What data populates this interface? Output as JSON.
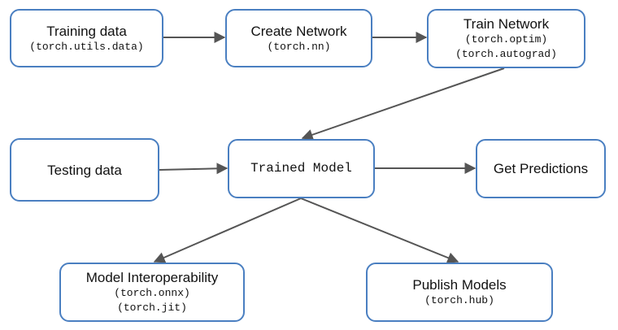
{
  "diagram": {
    "nodes": {
      "training_data": {
        "title": "Training data",
        "code": "(torch.utils.data)"
      },
      "create_network": {
        "title": "Create Network",
        "code": "(torch.nn)"
      },
      "train_network": {
        "title": "Train Network",
        "code_1": "(torch.optim)",
        "code_2": "(torch.autograd)"
      },
      "testing_data": {
        "title": "Testing data"
      },
      "trained_model": {
        "title": "Trained Model"
      },
      "get_predictions": {
        "title": "Get Predictions"
      },
      "model_interoperability": {
        "title": "Model Interoperability",
        "code_1": "(torch.onnx)",
        "code_2": "(torch.jit)"
      },
      "publish_models": {
        "title": "Publish Models",
        "code": "(torch.hub)"
      }
    },
    "edges": [
      {
        "from": "training_data",
        "to": "create_network"
      },
      {
        "from": "create_network",
        "to": "train_network"
      },
      {
        "from": "train_network",
        "to": "trained_model"
      },
      {
        "from": "testing_data",
        "to": "trained_model"
      },
      {
        "from": "trained_model",
        "to": "get_predictions"
      },
      {
        "from": "trained_model",
        "to": "model_interoperability"
      },
      {
        "from": "trained_model",
        "to": "publish_models"
      }
    ],
    "colors": {
      "node_border": "#4a7fc1",
      "arrow": "#555555"
    }
  }
}
